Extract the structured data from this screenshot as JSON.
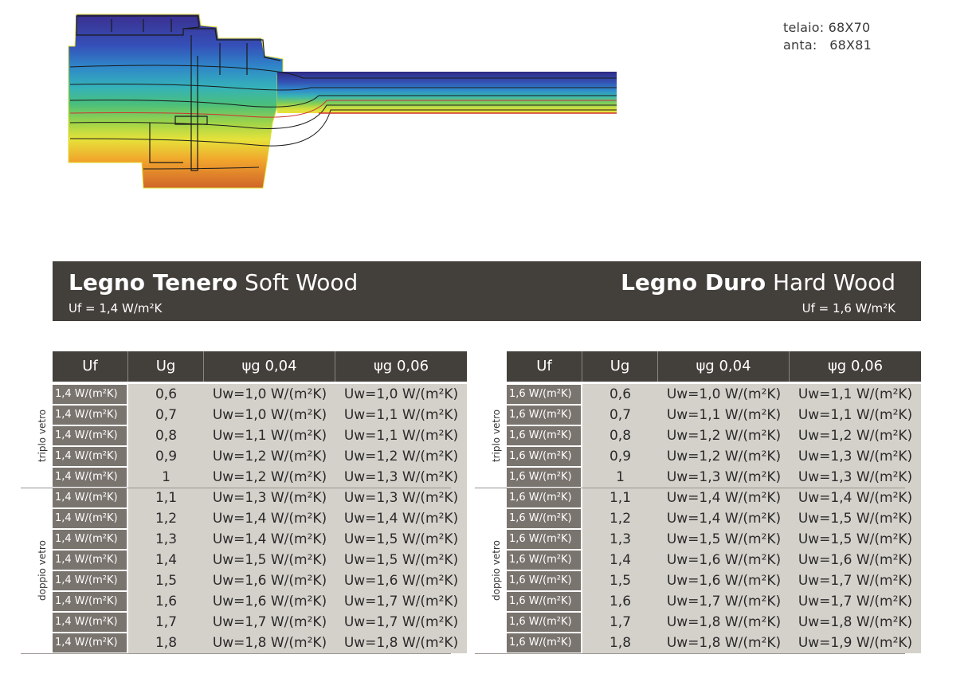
{
  "specs": {
    "telaio": "telaio: 68X70",
    "anta": "anta:   68X81"
  },
  "banner": {
    "left_bold": "Legno Tenero",
    "left_normal": "Soft Wood",
    "left_uf": "Uf = 1,4 W/m²K",
    "right_bold": "Legno Duro",
    "right_normal": "Hard Wood",
    "right_uf": "Uf = 1,6 W/m²K"
  },
  "headers": {
    "uf": "Uf",
    "ug": "Ug",
    "psi4": "ψg  0,04",
    "psi6": "ψg  0,06"
  },
  "groups": {
    "triplo": "triplo vetro",
    "doppio": "doppio vetro"
  },
  "soft": {
    "uf": "1,4 W/(m²K)",
    "rows": [
      {
        "ug": "0,6",
        "p4": "Uw=1,0 W/(m²K)",
        "p6": "Uw=1,0 W/(m²K)"
      },
      {
        "ug": "0,7",
        "p4": "Uw=1,0 W/(m²K)",
        "p6": "Uw=1,1 W/(m²K)"
      },
      {
        "ug": "0,8",
        "p4": "Uw=1,1 W/(m²K)",
        "p6": "Uw=1,1 W/(m²K)"
      },
      {
        "ug": "0,9",
        "p4": "Uw=1,2 W/(m²K)",
        "p6": "Uw=1,2 W/(m²K)"
      },
      {
        "ug": "1",
        "p4": "Uw=1,2 W/(m²K)",
        "p6": "Uw=1,3 W/(m²K)"
      },
      {
        "ug": "1,1",
        "p4": "Uw=1,3 W/(m²K)",
        "p6": "Uw=1,3 W/(m²K)"
      },
      {
        "ug": "1,2",
        "p4": "Uw=1,4 W/(m²K)",
        "p6": "Uw=1,4 W/(m²K)"
      },
      {
        "ug": "1,3",
        "p4": "Uw=1,4 W/(m²K)",
        "p6": "Uw=1,5 W/(m²K)"
      },
      {
        "ug": "1,4",
        "p4": "Uw=1,5 W/(m²K)",
        "p6": "Uw=1,5 W/(m²K)"
      },
      {
        "ug": "1,5",
        "p4": "Uw=1,6 W/(m²K)",
        "p6": "Uw=1,6 W/(m²K)"
      },
      {
        "ug": "1,6",
        "p4": "Uw=1,6 W/(m²K)",
        "p6": "Uw=1,7 W/(m²K)"
      },
      {
        "ug": "1,7",
        "p4": "Uw=1,7 W/(m²K)",
        "p6": "Uw=1,7 W/(m²K)"
      },
      {
        "ug": "1,8",
        "p4": "Uw=1,8 W/(m²K)",
        "p6": "Uw=1,8 W/(m²K)"
      }
    ]
  },
  "hard": {
    "uf": "1,6 W/(m²K)",
    "rows": [
      {
        "ug": "0,6",
        "p4": "Uw=1,0 W/(m²K)",
        "p6": "Uw=1,1 W/(m²K)"
      },
      {
        "ug": "0,7",
        "p4": "Uw=1,1 W/(m²K)",
        "p6": "Uw=1,1 W/(m²K)"
      },
      {
        "ug": "0,8",
        "p4": "Uw=1,2 W/(m²K)",
        "p6": "Uw=1,2 W/(m²K)"
      },
      {
        "ug": "0,9",
        "p4": "Uw=1,2 W/(m²K)",
        "p6": "Uw=1,3 W/(m²K)"
      },
      {
        "ug": "1",
        "p4": "Uw=1,3 W/(m²K)",
        "p6": "Uw=1,3 W/(m²K)"
      },
      {
        "ug": "1,1",
        "p4": "Uw=1,4 W/(m²K)",
        "p6": "Uw=1,4 W/(m²K)"
      },
      {
        "ug": "1,2",
        "p4": "Uw=1,4 W/(m²K)",
        "p6": "Uw=1,5 W/(m²K)"
      },
      {
        "ug": "1,3",
        "p4": "Uw=1,5 W/(m²K)",
        "p6": "Uw=1,5 W/(m²K)"
      },
      {
        "ug": "1,4",
        "p4": "Uw=1,6 W/(m²K)",
        "p6": "Uw=1,6 W/(m²K)"
      },
      {
        "ug": "1,5",
        "p4": "Uw=1,6 W/(m²K)",
        "p6": "Uw=1,7 W/(m²K)"
      },
      {
        "ug": "1,6",
        "p4": "Uw=1,7 W/(m²K)",
        "p6": "Uw=1,7 W/(m²K)"
      },
      {
        "ug": "1,7",
        "p4": "Uw=1,8 W/(m²K)",
        "p6": "Uw=1,8 W/(m²K)"
      },
      {
        "ug": "1,8",
        "p4": "Uw=1,8 W/(m²K)",
        "p6": "Uw=1,9 W/(m²K)"
      }
    ]
  }
}
